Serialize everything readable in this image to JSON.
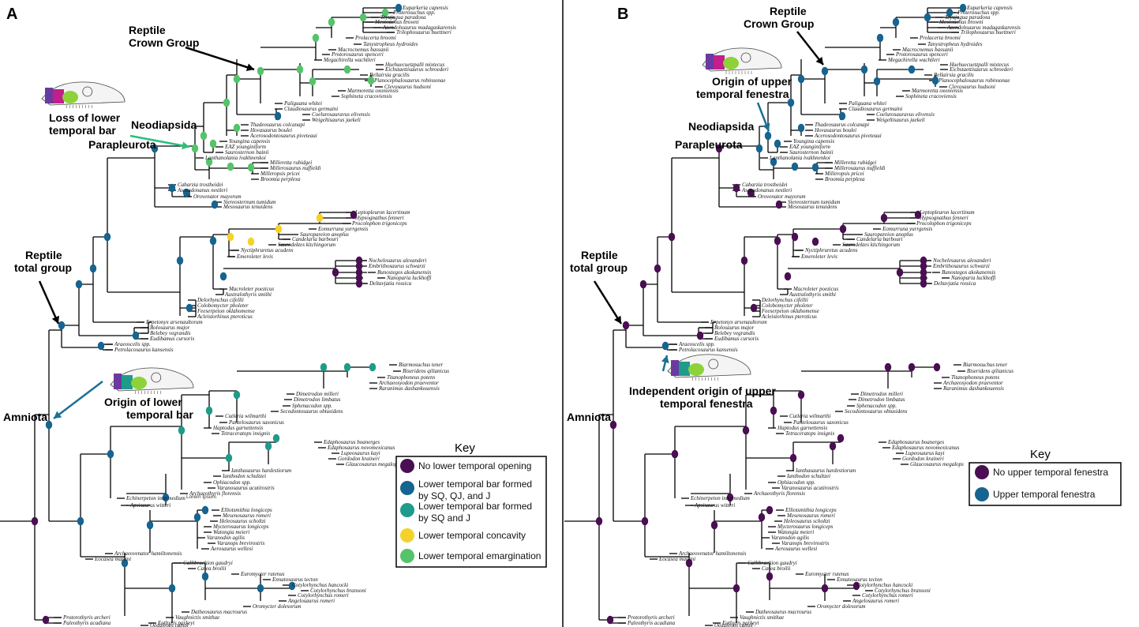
{
  "panels": [
    {
      "letter": "A",
      "callouts": {
        "crown": [
          "Reptile",
          "Crown Group"
        ],
        "loss": [
          "Loss of lower",
          "temporal bar"
        ],
        "neo": "Neodiapsida",
        "para": "Parapleurota",
        "total": [
          "Reptile",
          "total group"
        ],
        "origin": [
          "Origin of lower",
          "temporal bar"
        ],
        "amniota": "Amniota"
      },
      "note": "Lorem Ipsum",
      "key": {
        "title": "Key",
        "items": [
          {
            "label": [
              "No lower temporal opening"
            ],
            "color": "#4a0f52"
          },
          {
            "label": [
              "Lower temporal bar formed",
              "by SQ, QJ, and J"
            ],
            "color": "#16648f"
          },
          {
            "label": [
              "Lower temporal bar formed",
              "by SQ and J"
            ],
            "color": "#1e9b8a"
          },
          {
            "label": [
              "Lower temporal concavity"
            ],
            "color": "#f3d22a"
          },
          {
            "label": [
              "Lower temporal emargination"
            ],
            "color": "#55c36a"
          }
        ]
      }
    },
    {
      "letter": "B",
      "callouts": {
        "crown": [
          "Reptile",
          "Crown Group"
        ],
        "origin_upper": [
          "Origin of upper",
          "temporal fenestra"
        ],
        "neo": "Neodiapsida",
        "para": "Parapleurota",
        "total": [
          "Reptile",
          "total group"
        ],
        "independent": [
          "Independent origin of upper",
          "temporal fenestra"
        ],
        "amniota": "Amniota"
      },
      "key": {
        "title": "Key",
        "items": [
          {
            "label": [
              "No upper temporal fenestra"
            ],
            "color": "#4a0f52"
          },
          {
            "label": [
              "Upper temporal fenestra"
            ],
            "color": "#16648f"
          }
        ]
      }
    }
  ],
  "taxa": [
    "Euparkeria capensis",
    "Proterosuchus spp.",
    "Teyujagua paradoxa",
    "Mesosuchus browni",
    "Azendohsaurus madagaskarensis",
    "Trilophosaurus buettneri",
    "Prolacerta broomi",
    "Tanystropheus hydroides",
    "Macrocnemus bassanii",
    "Protorosaurus spenceri",
    "Megachirella wachtleri",
    "Huehuecuetzpalli mixtecus",
    "Eichstaettisaurus schroederi",
    "Bellairsia gracilis",
    "Planocephalosaurus robinsonae",
    "Clevosaurus hudsoni",
    "Marmoretta oxoniensis",
    "Sophineta cracoviensis",
    "Paliguana whitei",
    "Claudiosaurus germaini",
    "Coelurosauravus elivensis",
    "Weigeltisaurus jaekeli",
    "Thadeosaurus colcanapi",
    "Hovasaurus boulei",
    "Acerosodontosaurus piveteaui",
    "Youngina capensis",
    "EAZ younginiform",
    "Saurosternon bainii",
    "Lanthanolania ivakhnenkoi",
    "Milleretta rubidgei",
    "Millerosaurus nuffieldi",
    "Milleropsis pricei",
    "Broomia perplexa",
    "Cabarzia trostheidei",
    "Ascendonanus nestleri",
    "Orovenator mayorum",
    "Stereosternum tumidum",
    "Mesosaurus tenuidens",
    "Leptopleuron lacertinum",
    "Hypsognathus fenneri",
    "Procolophon trigoniceps",
    "Eomurruna yurrgensis",
    "Sauropareion anoplus",
    "Candelaria barbouri",
    "Saurodektes kitchingorum",
    "Nyctiphruretus acudens",
    "Emeroleter levis",
    "Nochelesaurus alexanderi",
    "Embrithosaurus schwarzi",
    "Bunostegos akokanensis",
    "Nanoparia luckhoffi",
    "Deltavjatia rossica",
    "Macroleter poezicus",
    "Australothyris smithi",
    "Delorhynchus cifellii",
    "Colobomycter pholeter",
    "Feeserpeton oklahomense",
    "Acleistorhinus pteroticus",
    "Erpetonyx arsenaultorum",
    "Bolosaurus major",
    "Belebey vegrandis",
    "Eudibamus cursoris",
    "Araeoscelis spp.",
    "Petrolacosaurus kansensis",
    "Biarmosuchus tener",
    "Biseridens qilianicus",
    "Titanophoneus potens",
    "Archaeosyodon praeventor",
    "Raranimus dashankouensis",
    "Dimetrodon milleri",
    "Dimetrodon limbatus",
    "Sphenacodon spp.",
    "Secodontosaurus obtusidens",
    "Cutleria wilmarthi",
    "Pantelosaurus saxonicus",
    "Haptodus garnettensis",
    "Tetraceratops insignis",
    "Edaphosaurus boanerges",
    "Edaphosaurus novomexicanus",
    "Lupeosaurus kayi",
    "Gordodon kraineri",
    "Glaucosaurus megalops",
    "Ianthasaurus hardestiorum",
    "Ianthodon schultzei",
    "Ophiacodon spp.",
    "Varanosaurus acutirostris",
    "Archaeothyris florensis",
    "Echinerpeton intermedium",
    "Apsisaurus witteri",
    "Elliotsmithia longiceps",
    "Mesenosaurus romeri",
    "Heleosaurus scholtzi",
    "Mycterosaurus longiceps",
    "Watongia meieri",
    "Varanodon agilis",
    "Varanops brevirostris",
    "Aerosaurus wellesi",
    "Archaeovenator hamiltonensis",
    "Eocasea martini",
    "Callibrachion gaudryi",
    "Casea broilii",
    "Euromycter rutenus",
    "Ennatosaurus tecton",
    "Cotylorhynchus hancocki",
    "Cotylorhynchus bransoni",
    "Cotylorhynchus romeri",
    "Angelosaurus romeri",
    "Oromycter dolesorum",
    "Datheosaurus macrourus",
    "Vaughnictis smithae",
    "Eothyris parkeyi",
    "Oedaleops campi",
    "Protorothyris archeri",
    "Paleothyris acadiana"
  ],
  "colors": {
    "purple": "#4a0f52",
    "blue": "#16648f",
    "teal": "#1e9b8a",
    "yellow": "#f3d22a",
    "green": "#55c36a",
    "arrow_green": "#2bbf7a",
    "arrow_blue": "#1b6f96"
  }
}
